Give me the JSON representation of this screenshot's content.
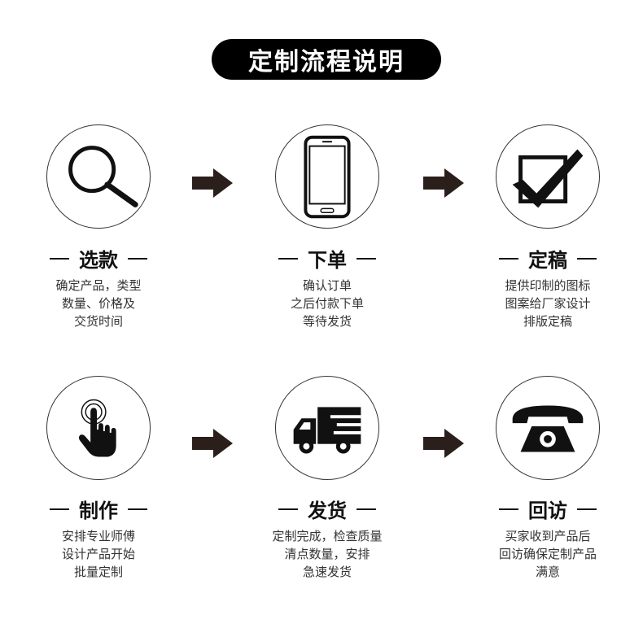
{
  "title": "定制流程说明",
  "steps": [
    {
      "title": "选款",
      "desc": [
        "确定产品，类型",
        "数量、价格及",
        "交货时间"
      ],
      "icon": "magnifier-icon"
    },
    {
      "title": "下单",
      "desc": [
        "确认订单",
        "之后付款下单",
        "等待发货"
      ],
      "icon": "smartphone-icon"
    },
    {
      "title": "定稿",
      "desc": [
        "提供印制的图标",
        "图案给厂家设计",
        "排版定稿"
      ],
      "icon": "checkbox-icon"
    },
    {
      "title": "制作",
      "desc": [
        "安排专业师傅",
        "设计产品开始",
        "批量定制"
      ],
      "icon": "tap-hand-icon"
    },
    {
      "title": "发货",
      "desc": [
        "定制完成，检查质量",
        "清点数量，安排",
        "急速发货"
      ],
      "icon": "delivery-truck-icon"
    },
    {
      "title": "回访",
      "desc": [
        "买家收到产品后",
        "回访确保定制产品",
        "满意"
      ],
      "icon": "telephone-icon"
    }
  ],
  "colors": {
    "pill": "#000000",
    "text": "#111111",
    "arrow": "#2a1f1b"
  }
}
